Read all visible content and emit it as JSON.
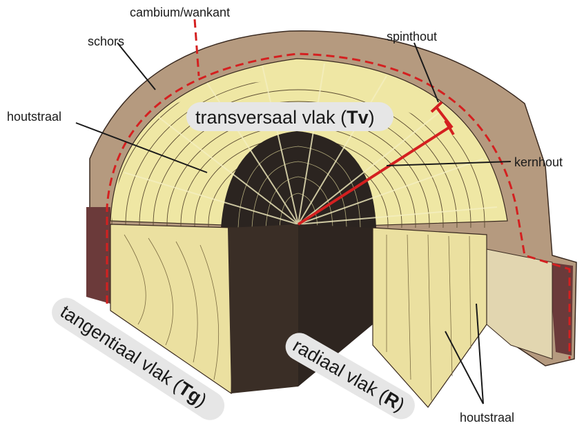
{
  "labels": {
    "cambium": "cambium/wankant",
    "schors": "schors",
    "spinthout": "spinthout",
    "houtstraal_top": "houtstraal",
    "kernhout": "kernhout",
    "houtstraal_bottom": "houtstraal"
  },
  "planes": {
    "transversal": {
      "text": "transversaal vlak (",
      "abbr": "Tv",
      "close": ")"
    },
    "tangential": {
      "text": "tangentiaal vlak (",
      "abbr": "Tg",
      "close": ")"
    },
    "radial": {
      "text": "radiaal vlak (",
      "abbr": "R",
      "close": ")"
    }
  },
  "colors": {
    "wood": "#efe7a4",
    "bark": "#b59a7f",
    "bark_dark": "#6b3a3a",
    "heartwood": "#2b2420",
    "red_marker": "#d42020",
    "label_bg": "#e6e6e6"
  }
}
